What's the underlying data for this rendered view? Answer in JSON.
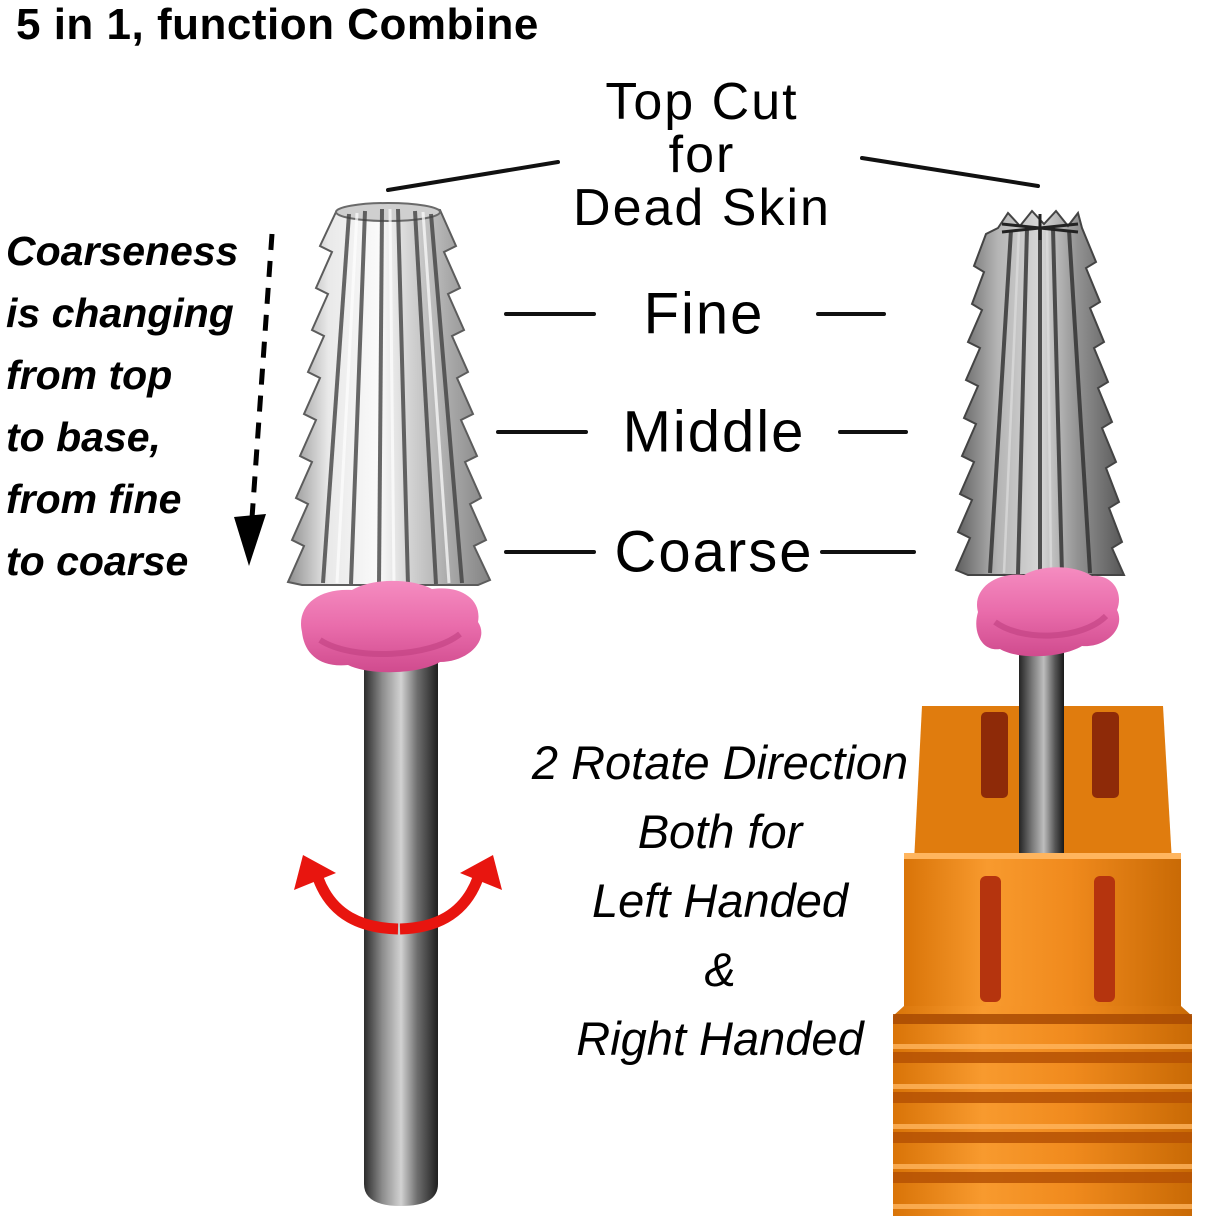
{
  "title": "5 in 1, function Combine",
  "coarseness_note": {
    "lines": [
      "Coarseness",
      "is changing",
      "from top",
      "to base,",
      "from fine",
      "to coarse"
    ]
  },
  "top_cut": {
    "lines": [
      "Top Cut",
      "for",
      "Dead Skin"
    ]
  },
  "grades": [
    "Fine",
    "Middle",
    "Coarse"
  ],
  "rotation_note": {
    "lines": [
      "2 Rotate Direction",
      "Both for",
      "Left Handed",
      "&",
      "Right Handed"
    ]
  },
  "icons": {
    "coarseness_arrow": "dashed-down-arrow",
    "rotation_arrows": "curved-rotation-arrows"
  },
  "colors": {
    "text": "#000000",
    "collar_pink": "#e96cab",
    "holder_orange": "#f08a1d",
    "holder_slot_red": "#8e2a08",
    "arrow_red": "#e8150f",
    "bit_silver": "#d8d8d8",
    "bit_dark": "#8a8a8a"
  }
}
